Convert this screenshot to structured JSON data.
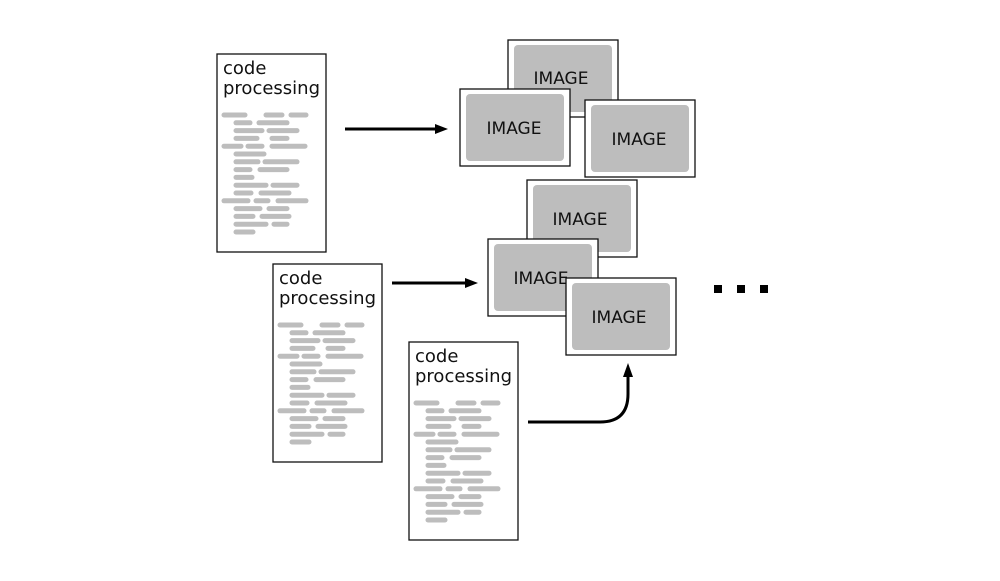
{
  "documents": [
    {
      "line1": "code",
      "line2": "processing"
    },
    {
      "line1": "code",
      "line2": "processing"
    },
    {
      "line1": "code",
      "line2": "processing"
    }
  ],
  "image_groups": [
    {
      "images": [
        {
          "label": "IMAGE"
        },
        {
          "label": "IMAGE"
        },
        {
          "label": "IMAGE"
        }
      ]
    },
    {
      "images": [
        {
          "label": "IMAGE"
        },
        {
          "label": "IMAGE"
        },
        {
          "label": "IMAGE"
        }
      ]
    }
  ],
  "continuation_marker": "ellipsis",
  "colors": {
    "outline": "#111111",
    "placeholder_gray": "#bdbdbd",
    "arrow": "#000000",
    "background": "#ffffff"
  }
}
